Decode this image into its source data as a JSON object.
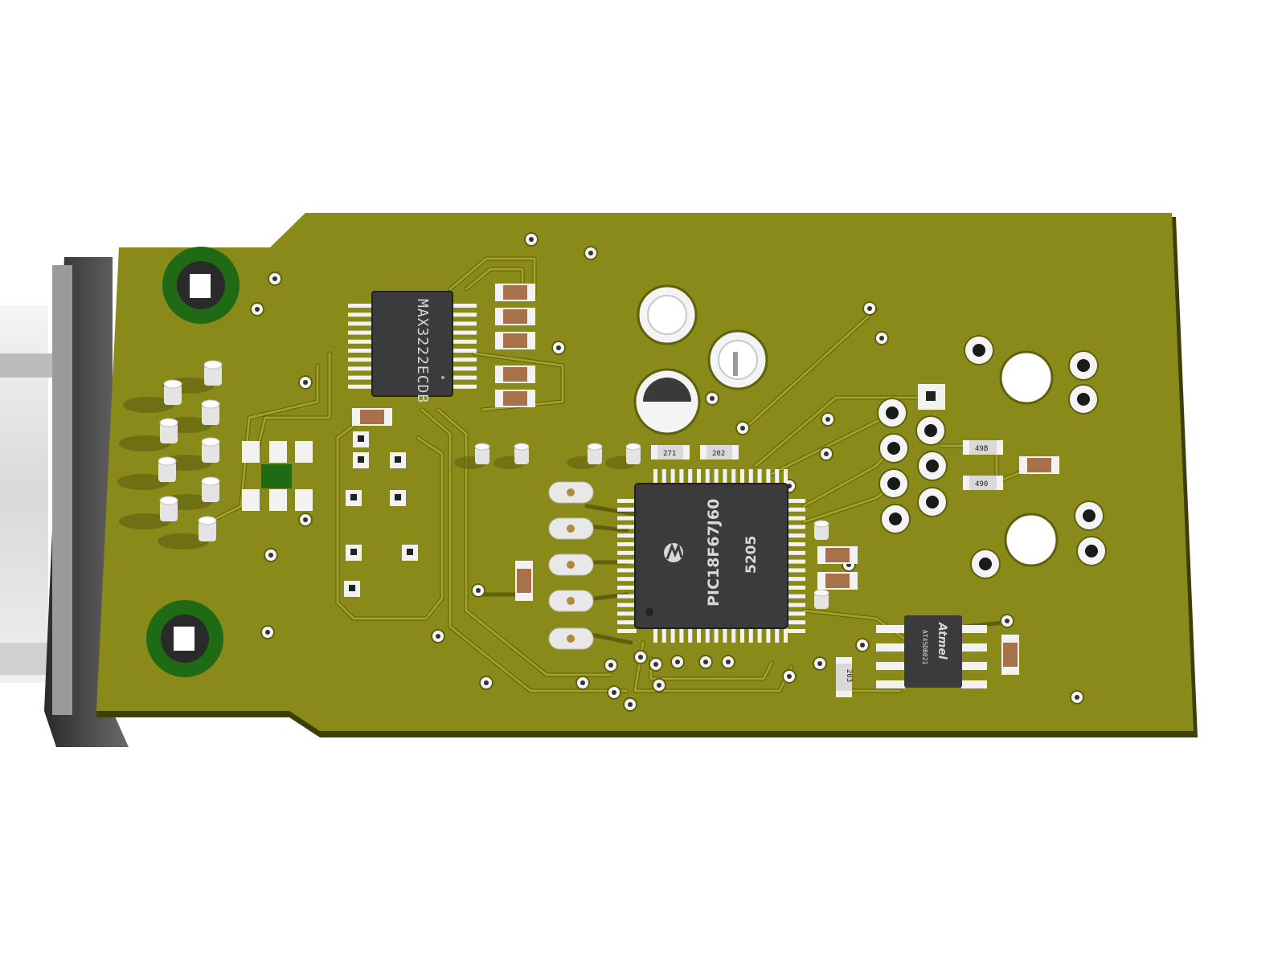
{
  "board": {
    "colors": {
      "background": "#ffffff",
      "pcb": "#8a8a1a",
      "pcb_edge": "#3d3f06",
      "trace": "#a2a226",
      "trace_edge": "#5f600b",
      "chip_body": "#3b3b3d",
      "pad": "#f2f2f2",
      "resistor": "#a9714a"
    }
  },
  "components": {
    "transceiver": {
      "part_number": "MAX3222ECDB"
    },
    "microcontroller": {
      "part_number": "PIC18F67J60",
      "date_code": "5205"
    },
    "eeprom": {
      "brand": "Atmel",
      "part_number": "AT45DB021"
    },
    "resistors": {
      "r1": "271",
      "r2": "202",
      "r3": "203",
      "r4": "49B",
      "r5": "490"
    }
  }
}
